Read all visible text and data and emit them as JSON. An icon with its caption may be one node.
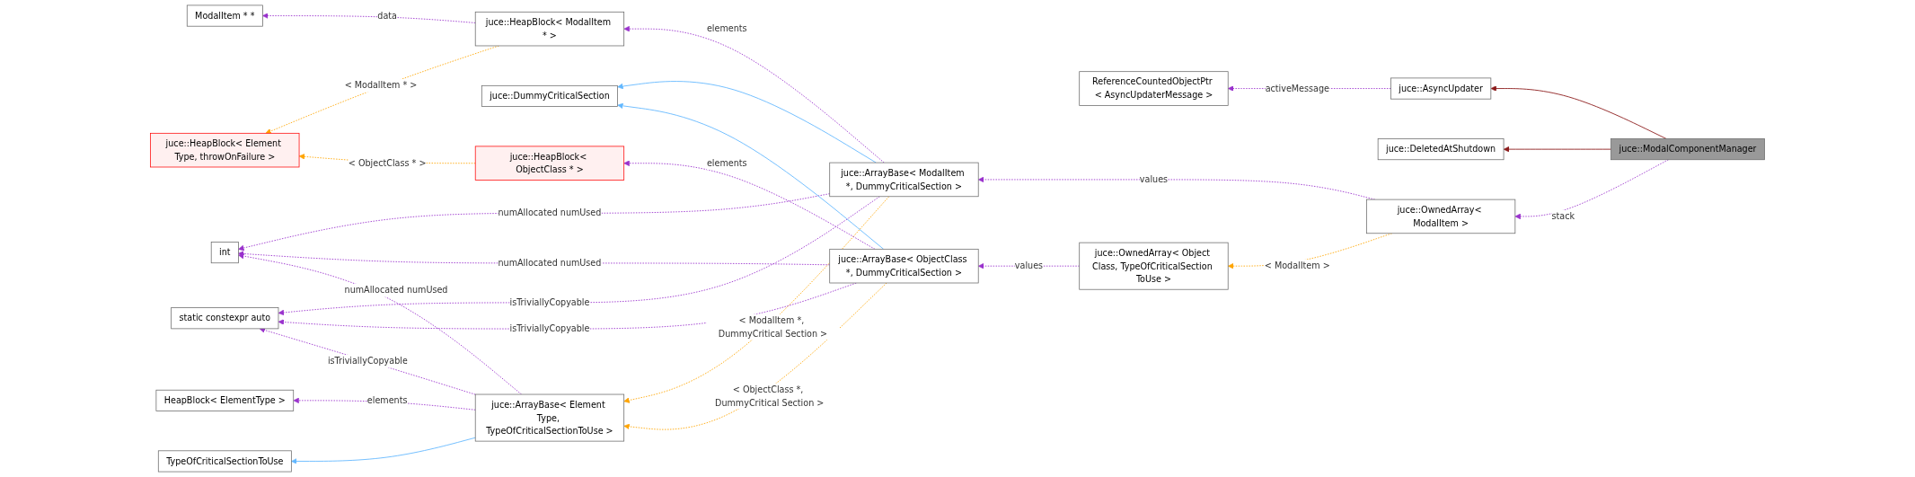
{
  "diagram": {
    "nodes": [
      {
        "text": [
          "ModalItem * *"
        ]
      },
      {
        "text": [
          "juce::HeapBlock< Element Type, throwOnFailure >"
        ]
      },
      {
        "text": [
          "int"
        ]
      },
      {
        "text": [
          "HeapBlock< ElementType >"
        ]
      },
      {
        "text": [
          "static constexpr auto"
        ]
      },
      {
        "text": [
          "TypeOfCriticalSectionToUse"
        ]
      },
      {
        "text": [
          "juce::HeapBlock< ModalItem * >"
        ]
      },
      {
        "text": [
          "juce::DummyCriticalSection"
        ]
      },
      {
        "text": [
          "juce::HeapBlock< ObjectClass * >"
        ]
      },
      {
        "text": [
          "juce::ArrayBase< Element Type, TypeOfCriticalSectionToUse >"
        ]
      },
      {
        "text": [
          "juce::ArrayBase< ModalItem *, DummyCriticalSection >"
        ]
      },
      {
        "text": [
          "juce::ArrayBase< ObjectClass *, DummyCriticalSection >"
        ]
      },
      {
        "text": [
          "ReferenceCountedObjectPtr < AsyncUpdaterMessage >"
        ]
      },
      {
        "text": [
          "juce::OwnedArray< Object Class, TypeOfCriticalSection ToUse >"
        ]
      },
      {
        "text": [
          "juce::AsyncUpdater"
        ]
      },
      {
        "text": [
          "juce::DeletedAtShutdown"
        ]
      },
      {
        "text": [
          "juce::OwnedArray< ModalItem >"
        ]
      },
      {
        "text": [
          "juce::ModalComponentManager"
        ]
      }
    ],
    "edges": [
      {
        "from": 6,
        "to": 0,
        "arrow": "to",
        "label": "data",
        "style": "dashed"
      },
      {
        "from": 6,
        "to": 1,
        "arrow": "to",
        "label": "< ModalItem * >",
        "style": "dashed",
        "color": "#ffa500"
      },
      {
        "from": 8,
        "to": 1,
        "arrow": "to",
        "label": "< ObjectClass * >",
        "style": "dashed",
        "color": "#ffa500"
      },
      {
        "from": 10,
        "to": 6,
        "arrow": "to",
        "label": "elements",
        "style": "dashed"
      },
      {
        "from": 10,
        "to": 2,
        "arrow": "to",
        "label": "numAllocated numUsed",
        "style": "dashed"
      },
      {
        "from": 10,
        "to": 7,
        "arrow": "to",
        "color": "#63b8ff"
      },
      {
        "from": 10,
        "to": 4,
        "arrow": "to",
        "label": "isTriviallyCopyable",
        "style": "dashed"
      },
      {
        "from": 10,
        "to": 9,
        "arrow": "to",
        "label": "< ModalItem *, DummyCritical Section >",
        "style": "dashed",
        "color": "#ffa500"
      },
      {
        "from": 11,
        "to": 8,
        "arrow": "to",
        "label": "elements",
        "style": "dashed"
      },
      {
        "from": 11,
        "to": 2,
        "arrow": "to",
        "label": "numAllocated numUsed",
        "style": "dashed"
      },
      {
        "from": 11,
        "to": 7,
        "arrow": "to",
        "color": "#63b8ff"
      },
      {
        "from": 11,
        "to": 4,
        "arrow": "to",
        "label": "isTriviallyCopyable",
        "style": "dashed"
      },
      {
        "from": 11,
        "to": 9,
        "arrow": "to",
        "label": "< ObjectClass *, DummyCritical Section >",
        "style": "dashed",
        "color": "#ffa500"
      },
      {
        "from": 9,
        "to": 3,
        "arrow": "to",
        "label": "elements",
        "style": "dashed"
      },
      {
        "from": 9,
        "to": 2,
        "arrow": "to",
        "label": "numAllocated numUsed",
        "style": "dashed"
      },
      {
        "from": 9,
        "to": 4,
        "arrow": "to",
        "label": "isTriviallyCopyable",
        "style": "dashed"
      },
      {
        "from": 9,
        "to": 5,
        "arrow": "to",
        "color": "#63b8ff"
      },
      {
        "from": 14,
        "to": 12,
        "arrow": "to",
        "label": "activeMessage",
        "style": "dashed"
      },
      {
        "from": 17,
        "to": 14,
        "arrow": "to",
        "color": "#8b1a1a"
      },
      {
        "from": 17,
        "to": 15,
        "arrow": "to",
        "color": "#8b1a1a"
      },
      {
        "from": 17,
        "to": 16,
        "arrow": "to",
        "label": "stack",
        "style": "dashed"
      },
      {
        "from": 16,
        "to": 10,
        "arrow": "to",
        "label": "values",
        "style": "dashed"
      },
      {
        "from": 16,
        "to": 13,
        "arrow": "to",
        "label": "< ModalItem >",
        "style": "dashed",
        "color": "#ffa500"
      },
      {
        "from": 13,
        "to": 11,
        "arrow": "to",
        "label": "values",
        "style": "dashed"
      }
    ]
  }
}
